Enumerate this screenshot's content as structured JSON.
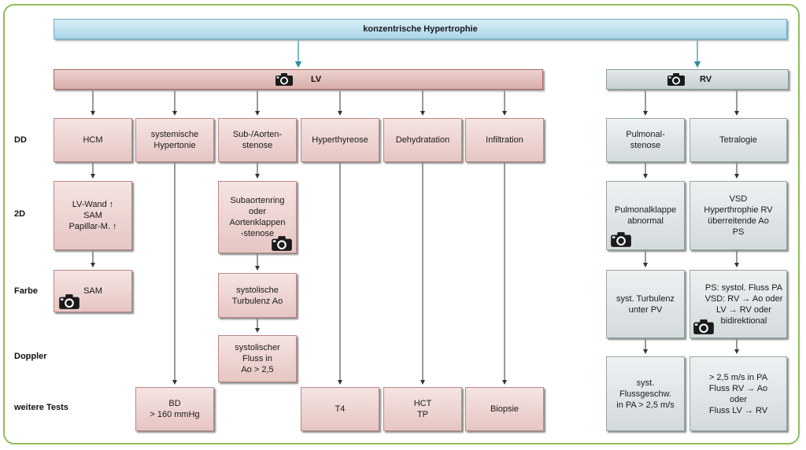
{
  "title": "konzentrische Hypertrophie",
  "lv_label": "LV",
  "rv_label": "RV",
  "row_labels": {
    "dd": "DD",
    "twod": "2D",
    "farbe": "Farbe",
    "doppler": "Doppler",
    "tests": "weitere Tests"
  },
  "boxes": {
    "hcm": "HCM",
    "hcm_2d": "LV-Wand ↑\nSAM\nPapillar-M. ↑",
    "hcm_farbe": "SAM",
    "systemic": "systemische\nHypertonie",
    "systemic_test": "BD\n> 160 mmHg",
    "aortic": "Sub-/Aorten-\nstenose",
    "aortic_2d": "Subaortenring\noder\nAortenklappen\n-stenose",
    "aortic_farbe": "systolische\nTurbulenz Ao",
    "aortic_doppler": "systolischer\nFluss in\nAo > 2,5",
    "hyper": "Hyperthyreose",
    "hyper_test": "T4",
    "dehyd": "Dehydratation",
    "dehyd_test": "HCT\nTP",
    "infil": "Infiltration",
    "infil_test": "Biopsie",
    "pulm": "Pulmonal-\nstenose",
    "pulm_2d": "Pulmonalklappe\nabnormal",
    "pulm_farbe": "syst. Turbulenz\nunter PV",
    "pulm_doppler": "syst.\nFlussgeschw.\nin PA > 2,5 m/s",
    "tetra": "Tetralogie",
    "tetra_2d": "VSD\nHyperthrophie RV\nüberreitende Ao\nPS",
    "tetra_farbe": "PS: systol. Fluss PA\nVSD: RV → Ao oder\nLV → RV oder\nbidirektional",
    "tetra_doppler": "> 2,5 m/s in PA\nFluss RV → Ao\noder\nFluss LV → RV"
  },
  "icons": {
    "camera": "camera-icon"
  },
  "colors": {
    "frame": "#8fbd5a",
    "title_bar": "#a9d6e6",
    "lv": "#e6c6c3",
    "rv": "#d3dadd",
    "teal_arrow": "#2a8fa0"
  }
}
